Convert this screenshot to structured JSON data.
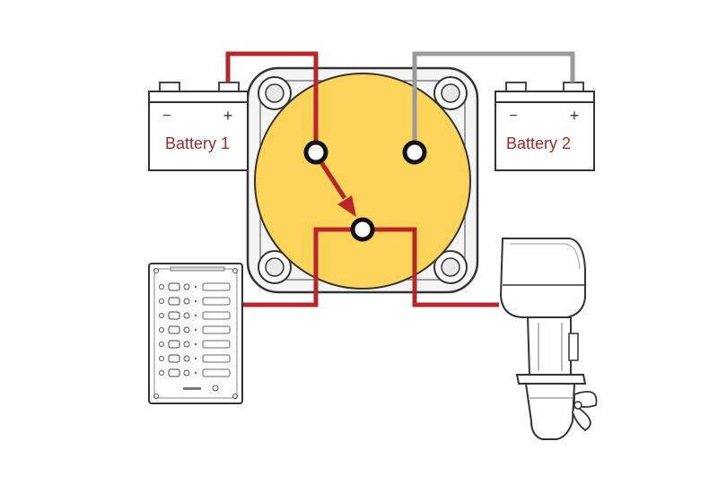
{
  "diagram": {
    "battery_1": {
      "label": "Battery 1",
      "negative_symbol": "−",
      "positive_symbol": "+"
    },
    "battery_2": {
      "label": "Battery 2",
      "negative_symbol": "−",
      "positive_symbol": "+"
    },
    "switch_position": "battery-1",
    "colors": {
      "battery_label": "#9b2b2b",
      "active_wire": "#b8262c",
      "inactive_wire": "#9a9a9a",
      "switch_face": "#fcd45a",
      "outline": "#333333"
    }
  }
}
